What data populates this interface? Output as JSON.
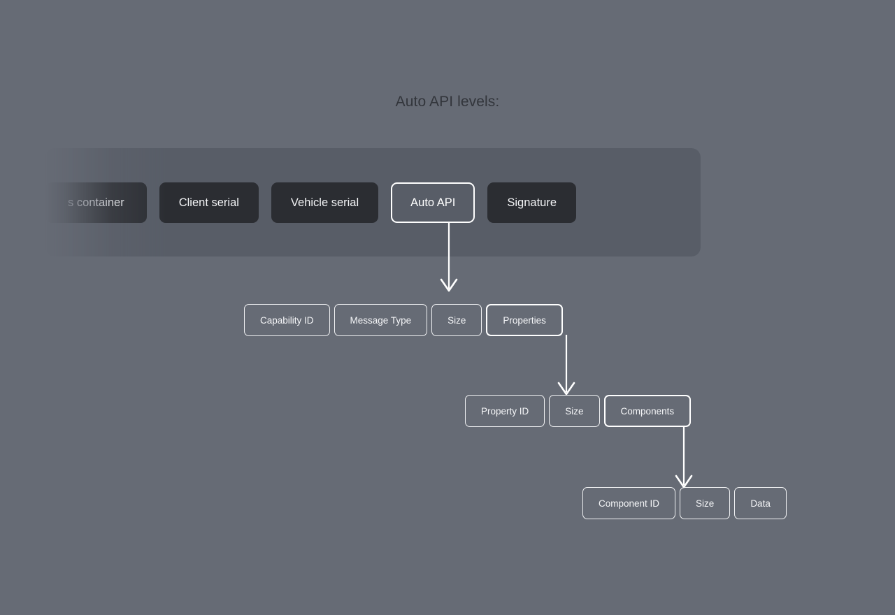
{
  "page": {
    "title": "Auto API levels:",
    "background_color": "#666b75",
    "panel_color": "#585d67",
    "chip_color": "#2b2d32",
    "accent_color": "#ffffff",
    "title_color": "#32353b"
  },
  "levels": [
    {
      "name": "frame-container-level",
      "scrollable": true,
      "clipped_left": true,
      "items": [
        {
          "label": "s container",
          "state": "faded",
          "style": "filled"
        },
        {
          "label": "Client serial",
          "state": "normal",
          "style": "filled"
        },
        {
          "label": "Vehicle serial",
          "state": "normal",
          "style": "filled"
        },
        {
          "label": "Auto API",
          "state": "selected",
          "style": "outlined"
        },
        {
          "label": "Signature",
          "state": "normal",
          "style": "filled"
        }
      ]
    },
    {
      "name": "auto-api-level",
      "items": [
        {
          "label": "Capability ID",
          "state": "normal"
        },
        {
          "label": "Message Type",
          "state": "normal"
        },
        {
          "label": "Size",
          "state": "normal"
        },
        {
          "label": "Properties",
          "state": "selected"
        }
      ]
    },
    {
      "name": "property-level",
      "items": [
        {
          "label": "Property ID",
          "state": "normal"
        },
        {
          "label": "Size",
          "state": "normal"
        },
        {
          "label": "Components",
          "state": "selected"
        }
      ]
    },
    {
      "name": "component-level",
      "items": [
        {
          "label": "Component ID",
          "state": "normal"
        },
        {
          "label": "Size",
          "state": "normal"
        },
        {
          "label": "Data",
          "state": "normal"
        }
      ]
    }
  ],
  "connectors": [
    {
      "name": "auto-api-to-properties-row",
      "from": "Auto API",
      "to": "auto-api-level"
    },
    {
      "name": "properties-to-property-row",
      "from": "Properties",
      "to": "property-level"
    },
    {
      "name": "components-to-component-row",
      "from": "Components",
      "to": "component-level"
    }
  ]
}
